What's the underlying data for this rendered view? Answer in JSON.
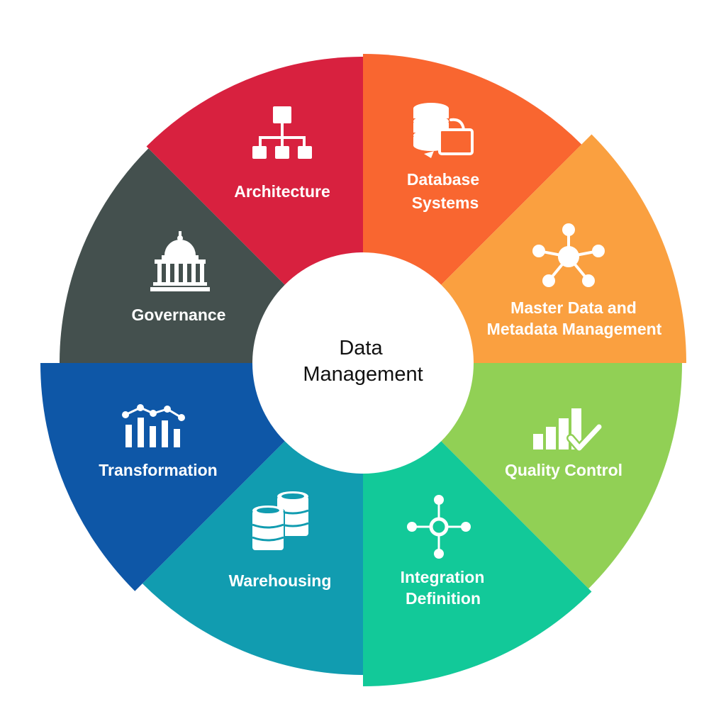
{
  "center": {
    "line1": "Data",
    "line2": "Management"
  },
  "segments": [
    {
      "id": "architecture",
      "label_lines": [
        "Architecture"
      ],
      "color": "#D8213F",
      "icon": "hierarchy-icon"
    },
    {
      "id": "database-systems",
      "label_lines": [
        "Database",
        "Systems"
      ],
      "color": "#F96630",
      "icon": "database-monitor-icon"
    },
    {
      "id": "master-data",
      "label_lines": [
        "Master Data and",
        "Metadata Management"
      ],
      "color": "#FAA040",
      "icon": "network-nodes-icon"
    },
    {
      "id": "quality-control",
      "label_lines": [
        "Quality Control"
      ],
      "color": "#91D055",
      "icon": "bar-chart-check-icon"
    },
    {
      "id": "integration",
      "label_lines": [
        "Integration",
        "Definition"
      ],
      "color": "#12C999",
      "icon": "integration-hub-icon"
    },
    {
      "id": "warehousing",
      "label_lines": [
        "Warehousing"
      ],
      "color": "#119CB0",
      "icon": "database-stack-icon"
    },
    {
      "id": "transformation",
      "label_lines": [
        "Transformation"
      ],
      "color": "#0E57A7",
      "icon": "line-bar-chart-icon"
    },
    {
      "id": "governance",
      "label_lines": [
        "Governance"
      ],
      "color": "#44504E",
      "icon": "capitol-building-icon"
    }
  ]
}
